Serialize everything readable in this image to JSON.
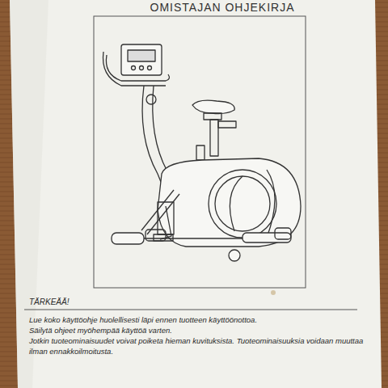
{
  "diagram": {
    "title": "OMISTAJAN OHJEKIRJA",
    "labels": [
      "TÄRKEÄÄ!",
      "Lue koko käyttöohje huolellisesti läpi ennen tuotteen käyttöönottoa.",
      "Säilytä ohjeet myöhempää käyttöä varten.",
      "Jotkin tuoteominaisuudet voivat poiketa hieman kuvituksista. Tuoteominaisuuksia voidaan muuttaa ilman ennakkoilmoitusta."
    ]
  }
}
